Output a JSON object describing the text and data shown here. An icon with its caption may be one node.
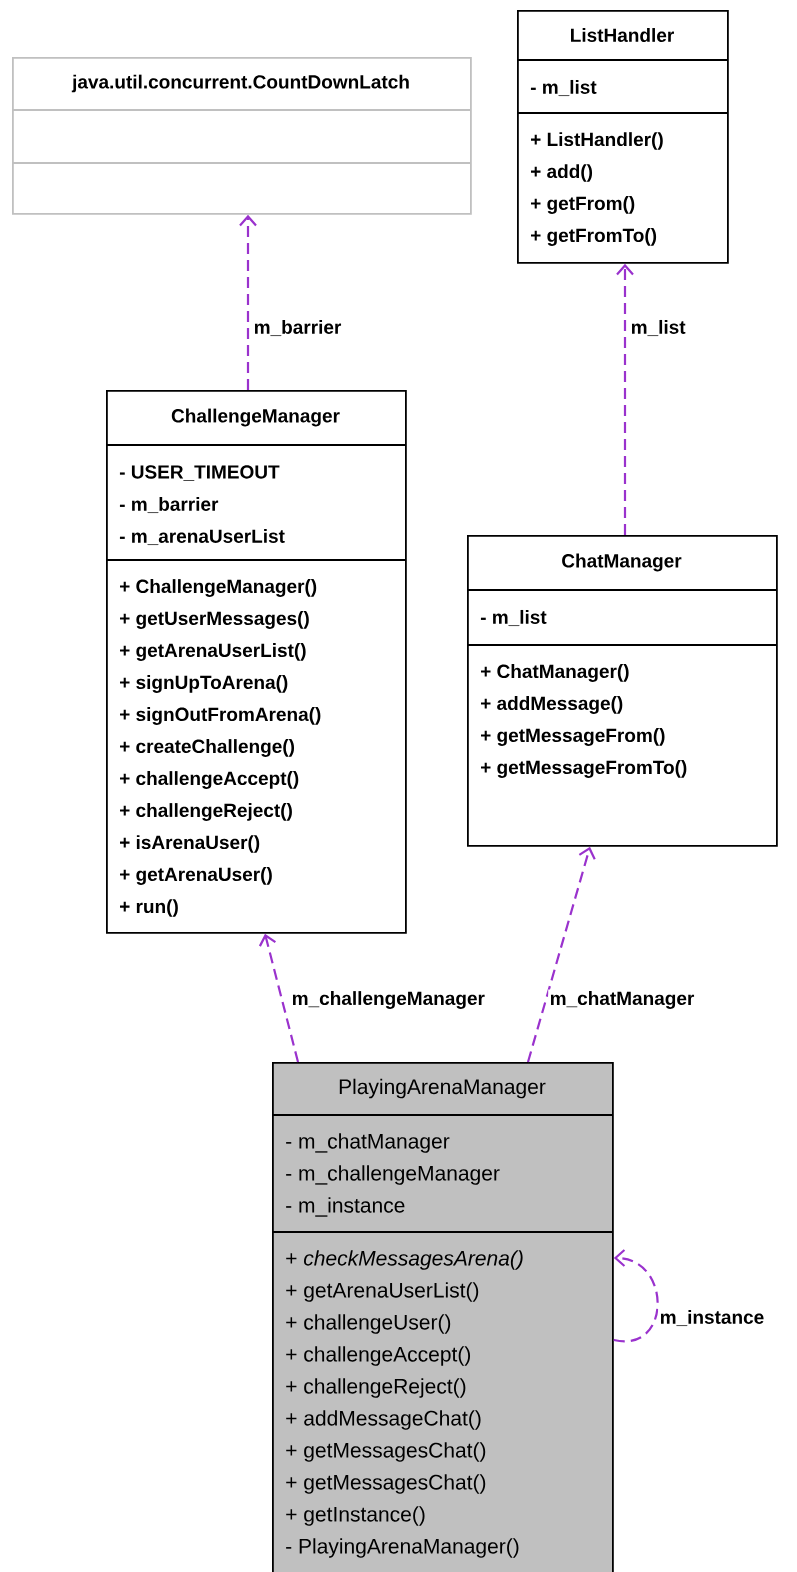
{
  "diagram": {
    "nodes": [
      {
        "text": [
          "java.util.concurrent.CountDownLatch"
        ]
      },
      {
        "text": [
          "ListHandler",
          "- m_list",
          "+ ListHandler()",
          "+ add()",
          "+ getFrom()",
          "+ getFromTo()"
        ]
      },
      {
        "text": [
          "ChallengeManager",
          "- USER_TIMEOUT",
          "- m_barrier",
          "- m_arenaUserList",
          "+ ChallengeManager()",
          "+ getUserMessages()",
          "+ getArenaUserList()",
          "+ signUpToArena()",
          "+ signOutFromArena()",
          "+ createChallenge()",
          "+ challengeAccept()",
          "+ challengeReject()",
          "+ isArenaUser()",
          "+ getArenaUser()",
          "+ run()"
        ]
      },
      {
        "text": [
          "ChatManager",
          "- m_list",
          "+ ChatManager()",
          "+ addMessage()",
          "+ getMessageFrom()",
          "+ getMessageFromTo()"
        ]
      },
      {
        "text": [
          "PlayingArenaManager",
          "- m_chatManager",
          "- m_challengeManager",
          "- m_instance",
          "+ *checkMessagesArena()*",
          "+ getArenaUserList()",
          "+ challengeUser()",
          "+ challengeAccept()",
          "+ challengeReject()",
          "+ addMessageChat()",
          "+ getMessagesChat()",
          "+ getMessagesChat()",
          "+ getInstance()",
          "- PlayingArenaManager()"
        ]
      }
    ],
    "edges": [
      {
        "from": 2,
        "to": 0,
        "arrow": "to",
        "label": "m_barrier",
        "style": "dashed"
      },
      {
        "from": 3,
        "to": 1,
        "arrow": "to",
        "label": "m_list",
        "style": "dashed"
      },
      {
        "from": 4,
        "to": 2,
        "arrow": "to",
        "label": "m_challengeManager",
        "style": "dashed"
      },
      {
        "from": 4,
        "to": 3,
        "arrow": "to",
        "label": "m_chatManager",
        "style": "dashed"
      },
      {
        "from": 4,
        "to": 4,
        "arrow": "to",
        "label": "m_instance",
        "style": "dashed"
      }
    ]
  }
}
